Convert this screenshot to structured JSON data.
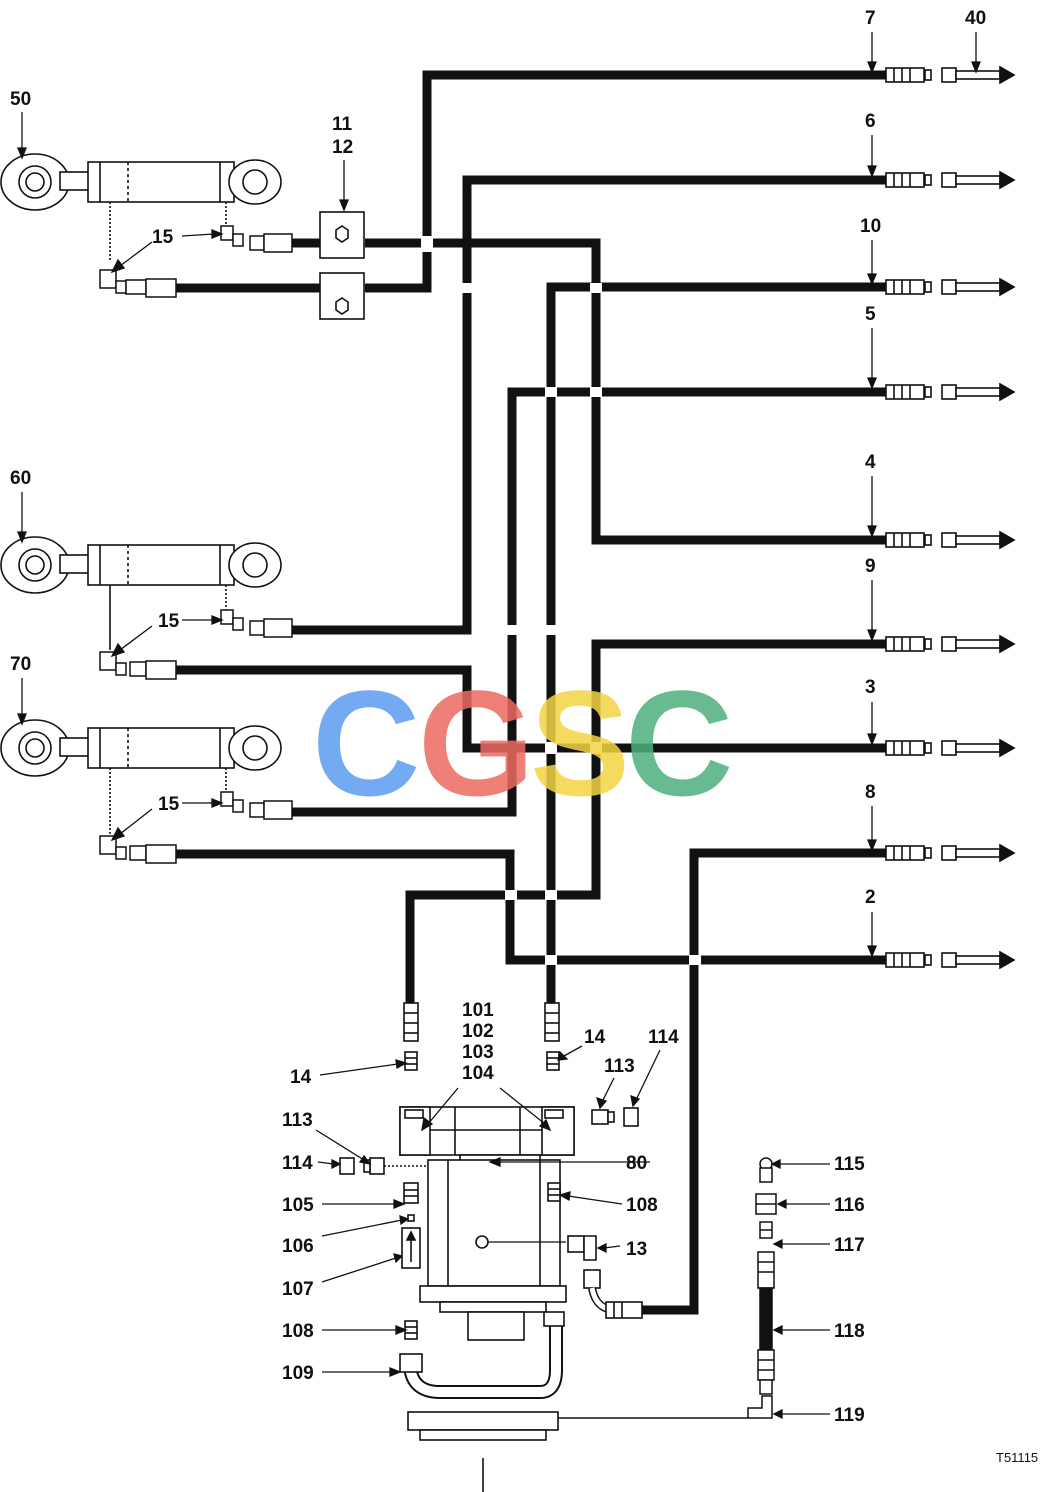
{
  "figure_ref": "T51115",
  "watermark": {
    "letters": [
      "C",
      "G",
      "S",
      "C"
    ],
    "colors": [
      "#5b9cf0",
      "#ec6b61",
      "#f3d444",
      "#4eb07e"
    ]
  },
  "colors": {
    "line": "#111111",
    "background": "#ffffff"
  },
  "callouts": {
    "c7": "7",
    "c40": "40",
    "c6": "6",
    "c10": "10",
    "c5": "5",
    "c4": "4",
    "c9": "9",
    "c3": "3",
    "c8": "8",
    "c2": "2",
    "c50": "50",
    "c60": "60",
    "c70": "70",
    "c11": "11",
    "c12": "12",
    "c15a": "15",
    "c15b": "15",
    "c15c": "15",
    "c101": "101",
    "c102": "102",
    "c103": "103",
    "c104": "104",
    "c14a": "14",
    "c14b": "14",
    "c113a": "113",
    "c113b": "113",
    "c114a": "114",
    "c114b": "114",
    "c80": "80",
    "c105": "105",
    "c106": "106",
    "c107": "107",
    "c108a": "108",
    "c108b": "108",
    "c109": "109",
    "c13": "13",
    "c115": "115",
    "c116": "116",
    "c117": "117",
    "c118": "118",
    "c119": "119"
  }
}
